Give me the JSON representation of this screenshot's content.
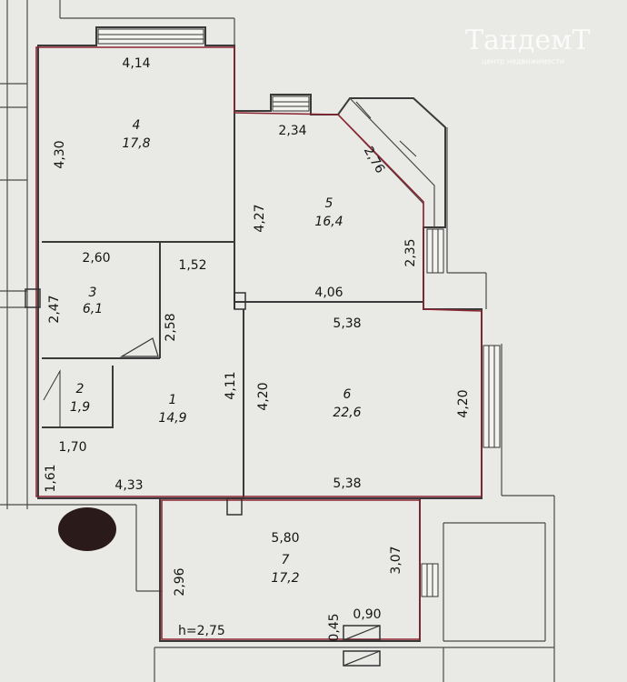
{
  "watermark": {
    "brand": "ТандемТ",
    "tagline": "центр недвижимости"
  },
  "ceiling_height": "h=2,75",
  "rooms": [
    {
      "number": "1",
      "area": "14,9"
    },
    {
      "number": "2",
      "area": "1,9"
    },
    {
      "number": "3",
      "area": "6,1"
    },
    {
      "number": "4",
      "area": "17,8"
    },
    {
      "number": "5",
      "area": "16,4"
    },
    {
      "number": "6",
      "area": "22,6"
    },
    {
      "number": "7",
      "area": "17,2"
    }
  ],
  "dimensions": {
    "r4_top": "4,14",
    "r4_left": "4,30",
    "r5_top": "2,34",
    "r5_diag": "2,76",
    "r5_left": "4,27",
    "r5_right": "2,35",
    "r5_bottom": "4,06",
    "r3_top": "2,60",
    "r3_left": "2,47",
    "r1_top": "1,52",
    "r1_mid": "2,58",
    "r1_right": "4,11",
    "r1_bottom": "4,33",
    "r2_bottom": "1,70",
    "left_small": "1,61",
    "r6_top": "5,38",
    "r6_left": "4,20",
    "r6_right": "4,20",
    "r6_bottom": "5,38",
    "r7_top": "5,80",
    "r7_left": "2,96",
    "r7_right": "3,07",
    "vent_a": "0,45",
    "vent_b": "0,90"
  }
}
